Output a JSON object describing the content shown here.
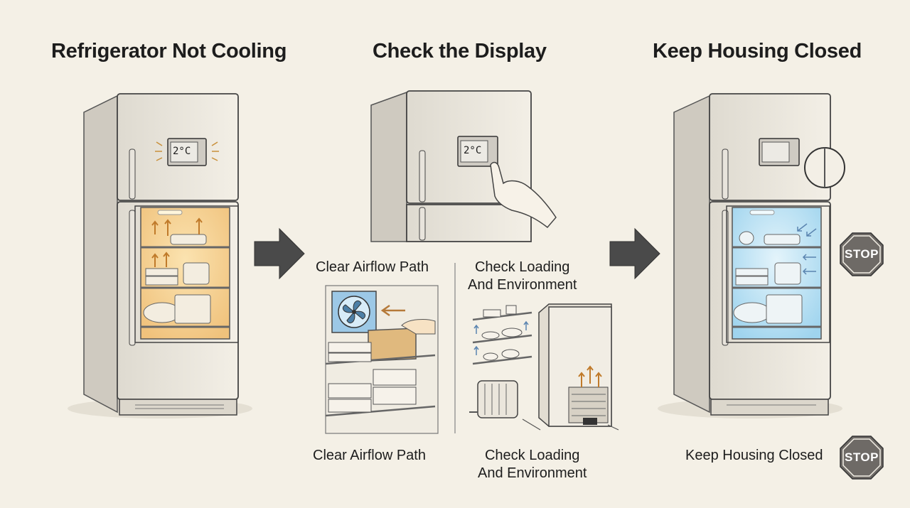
{
  "panels": {
    "left": {
      "title": "Refrigerator Not Cooling",
      "display_reading": "2°C"
    },
    "middle": {
      "title": "Check the Display",
      "display_reading": "2°C",
      "sub_left_caption_top": "Clear Airflow Path",
      "sub_right_caption_top_line1": "Check Loading",
      "sub_right_caption_top_line2": "And Environment",
      "sub_left_caption_bottom": "Clear Airflow Path",
      "sub_right_caption_bottom_line1": "Check Loading",
      "sub_right_caption_bottom_line2": "And Environment"
    },
    "right": {
      "title": "Keep Housing Closed",
      "stop_sign_label": "STOP",
      "caption_bottom": "Keep Housing Closed",
      "stop_sign_bottom_label": "STOP"
    }
  },
  "colors": {
    "background": "#f4f0e6",
    "warm_glow": "#f3c27a",
    "cool_glow": "#9fd4ee",
    "arrow": "#4a4a4a",
    "stop_sign": "#6e6a66",
    "fan_panel": "#9cc8e6"
  },
  "icons": [
    "right-arrow-icon",
    "stop-sign-icon",
    "fan-icon",
    "hand-icon",
    "radiator-icon",
    "heat-arrows-icon"
  ]
}
